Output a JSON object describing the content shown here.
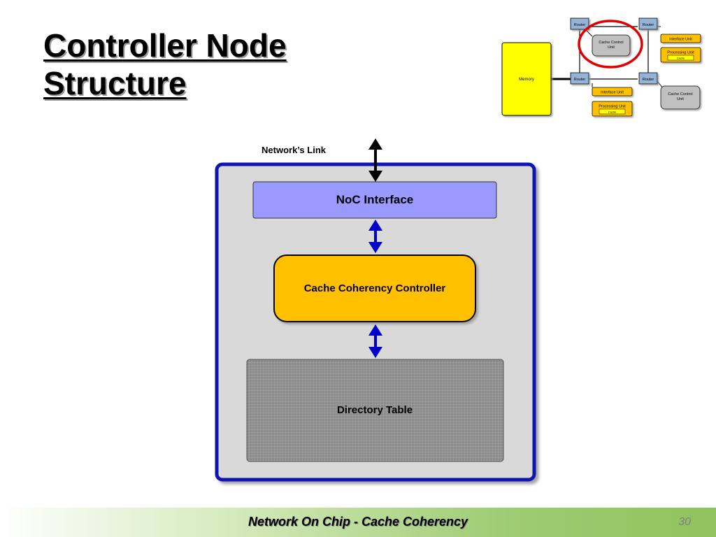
{
  "slide": {
    "title_line1": "Controller Node",
    "title_line2": "Structure",
    "footer_title": "Network On Chip - Cache Coherency",
    "slide_number": "30"
  },
  "diagram": {
    "link_label": "Network’s Link",
    "noc_interface": "NoC Interface",
    "controller": "Cache Coherency Controller",
    "directory": "Directory Table"
  },
  "thumbnail": {
    "memory": "Memory",
    "routers": [
      "Router",
      "Router",
      "Router",
      "Router"
    ],
    "cache_control_top_l1": "Cache Control",
    "cache_control_top_l2": "Unit",
    "cache_control_bottom_l1": "Cache Control",
    "cache_control_bottom_l2": "Unit",
    "interface_unit_right": "Interface Unit",
    "processing_unit_right": "Processing Unit",
    "cache_right": "Cache",
    "interface_unit_bottom": "Interface Unit",
    "processing_unit_bottom": "Processing Unit",
    "cache_bottom": "Cache"
  },
  "colors": {
    "node_border": "#0a14b4",
    "noc_fill": "#9999ff",
    "controller_fill": "#ffc000",
    "memory_fill": "#ffff00",
    "highlight_circle": "#e00000",
    "router_fill": "#95b3d7"
  }
}
